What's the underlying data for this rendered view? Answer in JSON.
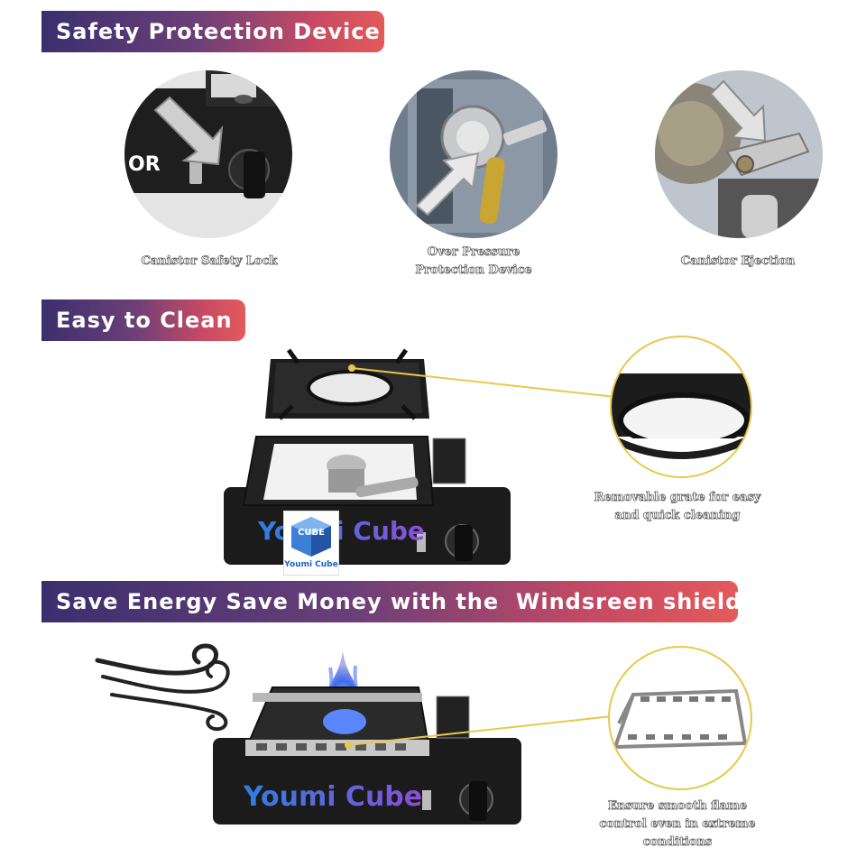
{
  "sections": {
    "safety": {
      "title": "Safety Protection Device",
      "items": [
        {
          "caption": "Canistor Safety Lock",
          "icon": "canister-lock-photo"
        },
        {
          "caption": "Over Pressure Protection Device",
          "icon": "pressure-valve-photo"
        },
        {
          "caption": "Canistor Ejection",
          "icon": "ejection-lever-photo"
        }
      ],
      "panel_text": "OR"
    },
    "clean": {
      "title": "Easy to Clean",
      "caption": "Removable grate for easy and quick cleaning",
      "brand_text": "Youmi Cube",
      "logo_label": "Youmi Cube",
      "logo_mark": "CUBE"
    },
    "energy": {
      "title": "Save Energy Save Money with the  Windsreen shield",
      "caption": "Ensure smooth flame control even in extreme conditions",
      "brand_text": "Youmi Cube"
    }
  },
  "colors": {
    "banner_start": "#3a2f6e",
    "banner_end": "#e35a5a",
    "callout_line": "#e8c84a",
    "stove_body": "#1b1b1b",
    "brand_gradient": [
      "#2f7fe0",
      "#8a4fd8"
    ]
  }
}
